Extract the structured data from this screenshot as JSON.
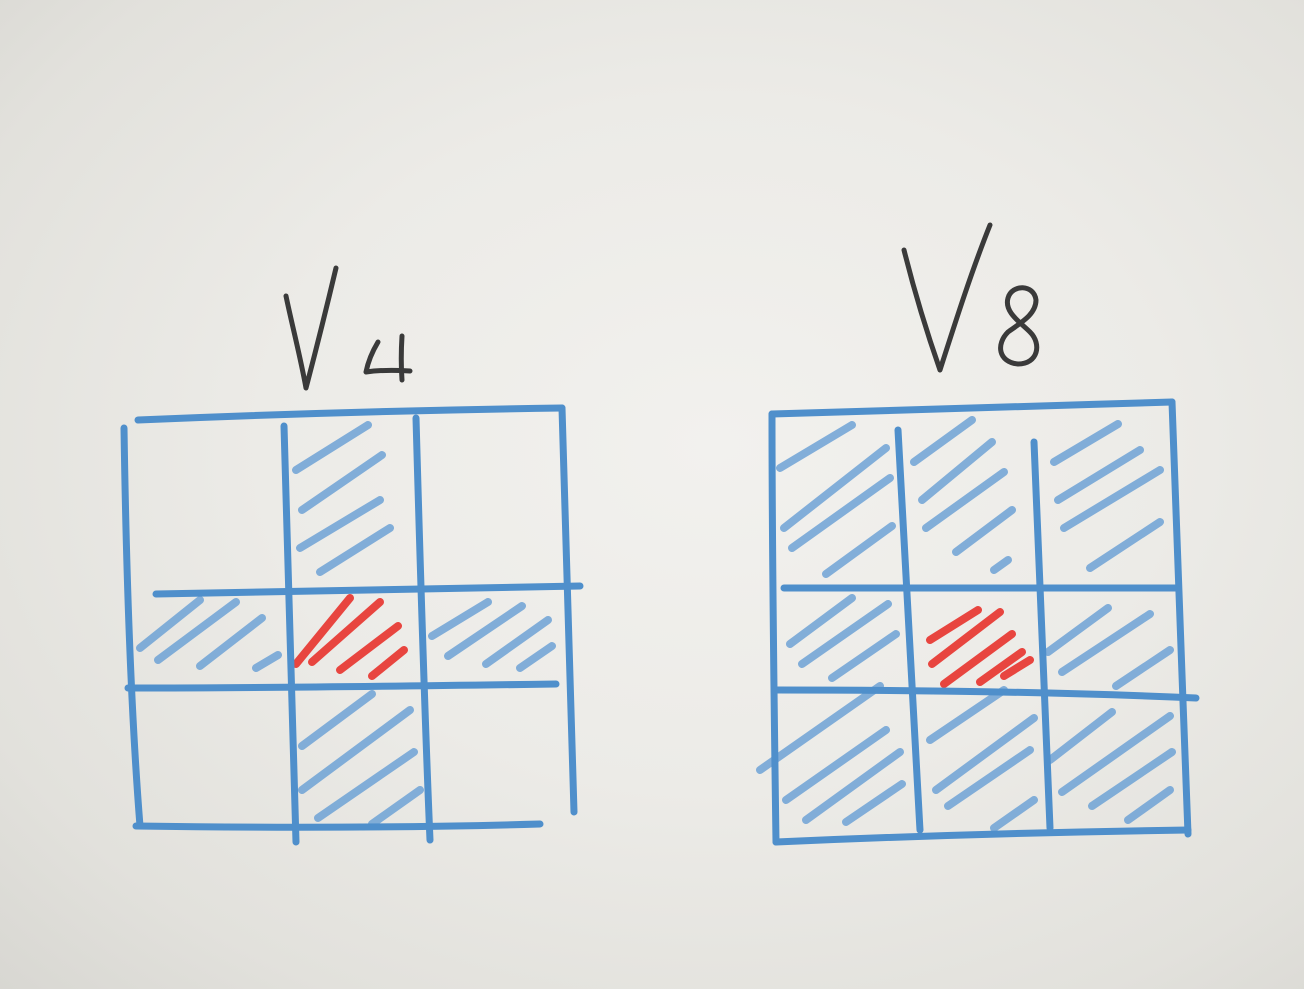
{
  "colors": {
    "board": "#ecebe7",
    "grid_line": "#4f8fcb",
    "hatch_neighbor": "#6fa3d6",
    "hatch_center": "#e8453f",
    "label_ink": "#3a3a3a"
  },
  "diagrams": [
    {
      "label": "V4",
      "grid": "3x3",
      "shaded_neighbors": [
        "top-center",
        "middle-left",
        "middle-right",
        "bottom-center"
      ],
      "center_cell": "middle-center"
    },
    {
      "label": "V8",
      "grid": "3x3",
      "shaded_neighbors": [
        "top-left",
        "top-center",
        "top-right",
        "middle-left",
        "middle-right",
        "bottom-left",
        "bottom-center",
        "bottom-right"
      ],
      "center_cell": "middle-center"
    }
  ]
}
